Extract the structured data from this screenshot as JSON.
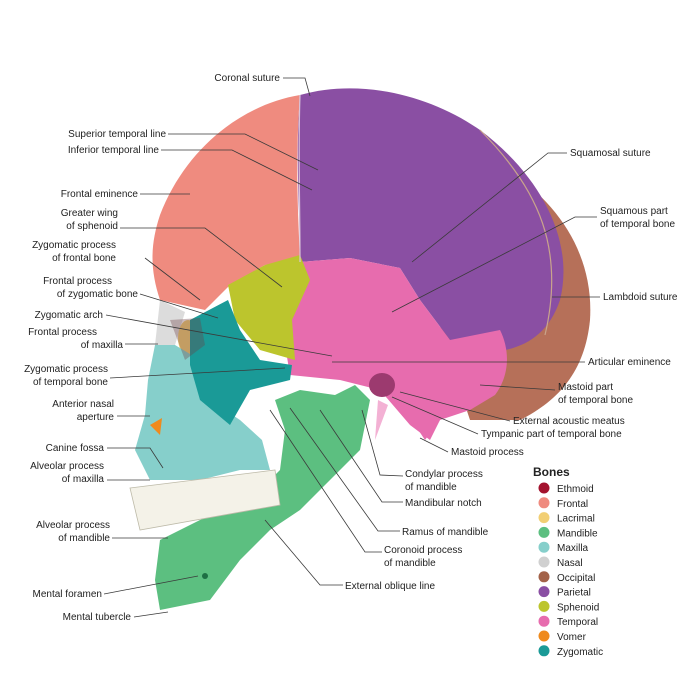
{
  "labels": {
    "coronal_suture": "Coronal suture",
    "superior_temporal_line": "Superior temporal line",
    "inferior_temporal_line": "Inferior temporal line",
    "frontal_eminence": "Frontal eminence",
    "greater_wing_1": "Greater wing",
    "greater_wing_2": "of sphenoid",
    "zyg_proc_frontal_1": "Zygomatic process",
    "zyg_proc_frontal_2": "of frontal bone",
    "frontal_proc_zyg_1": "Frontal process",
    "frontal_proc_zyg_2": "of zygomatic bone",
    "zygomatic_arch": "Zygomatic arch",
    "frontal_proc_max_1": "Frontal process",
    "frontal_proc_max_2": "of maxilla",
    "zyg_proc_temp_1": "Zygomatic process",
    "zyg_proc_temp_2": "of temporal bone",
    "ant_nasal_1": "Anterior nasal",
    "ant_nasal_2": "aperture",
    "canine_fossa": "Canine fossa",
    "alv_max_1": "Alveolar process",
    "alv_max_2": "of maxilla",
    "alv_mand_1": "Alveolar process",
    "alv_mand_2": "of mandible",
    "mental_foramen": "Mental foramen",
    "mental_tubercle": "Mental tubercle",
    "squamosal_suture": "Squamosal suture",
    "squamous_1": "Squamous part",
    "squamous_2": "of temporal bone",
    "lambdoid_suture": "Lambdoid suture",
    "articular_eminence": "Articular eminence",
    "mastoid_part_1": "Mastoid part",
    "mastoid_part_2": "of temporal bone",
    "ext_acoustic": "External acoustic meatus",
    "tympanic": "Tympanic part of temporal bone",
    "mastoid_process": "Mastoid process",
    "condylar_1": "Condylar process",
    "condylar_2": "of mandible",
    "mandibular_notch": "Mandibular notch",
    "ramus": "Ramus of mandible",
    "coronoid_1": "Coronoid process",
    "coronoid_2": "of mandible",
    "ext_oblique": "External oblique line"
  },
  "legend": {
    "title": "Bones",
    "items": [
      {
        "name": "Ethmoid",
        "color": "#a3122e"
      },
      {
        "name": "Frontal",
        "color": "#ef8b7f"
      },
      {
        "name": "Lacrimal",
        "color": "#f2cf74"
      },
      {
        "name": "Mandible",
        "color": "#5cbf80"
      },
      {
        "name": "Maxilla",
        "color": "#86cfcb"
      },
      {
        "name": "Nasal",
        "color": "#d0d0d0"
      },
      {
        "name": "Occipital",
        "color": "#a36249"
      },
      {
        "name": "Parietal",
        "color": "#8a4fa3"
      },
      {
        "name": "Sphenoid",
        "color": "#bcc52d"
      },
      {
        "name": "Temporal",
        "color": "#e76cae"
      },
      {
        "name": "Vomer",
        "color": "#ef8a1d"
      },
      {
        "name": "Zygomatic",
        "color": "#1a9a97"
      }
    ]
  }
}
